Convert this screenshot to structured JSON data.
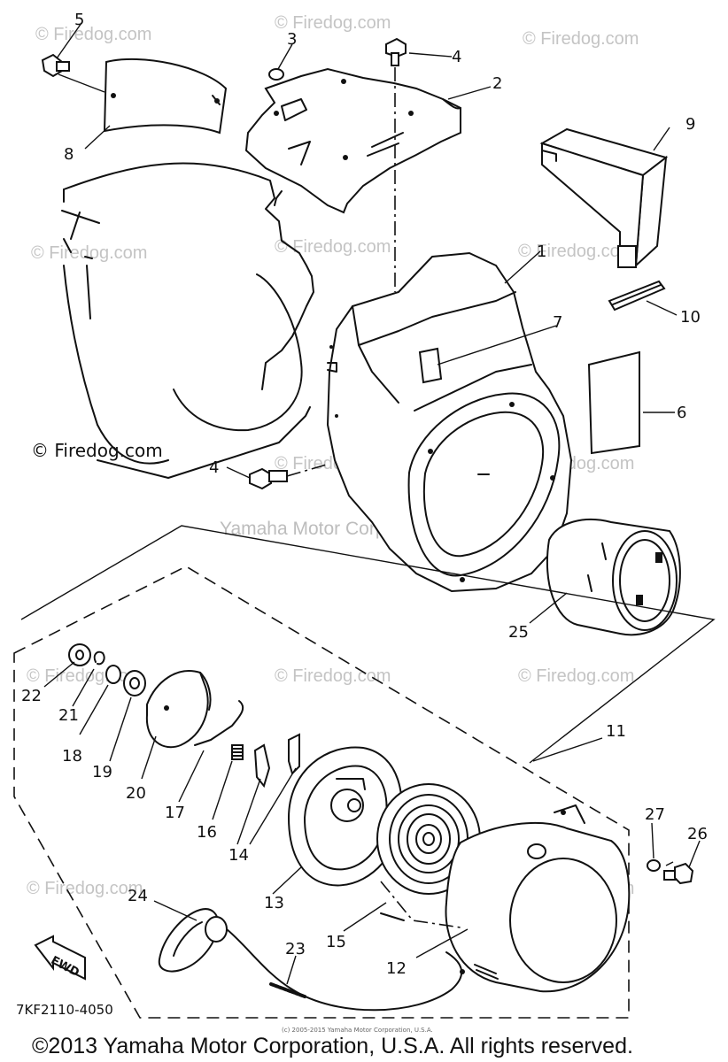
{
  "diagram": {
    "watermark": "© Firedog.com",
    "center_watermark": "Yamaha Motor Corp. U.S.A.",
    "drawing_code": "7KF2110-4050",
    "fwd_label": "FWD",
    "fine_print": "(c) 2005-2015 Yamaha Motor Corporation, U.S.A.",
    "copyright": "©2013 Yamaha Motor Corporation, U.S.A. All rights reserved."
  },
  "callouts": [
    {
      "id": "c5",
      "label": "5"
    },
    {
      "id": "c3",
      "label": "3"
    },
    {
      "id": "c4a",
      "label": "4"
    },
    {
      "id": "c2",
      "label": "2"
    },
    {
      "id": "c8",
      "label": "8"
    },
    {
      "id": "c9",
      "label": "9"
    },
    {
      "id": "c1",
      "label": "1"
    },
    {
      "id": "c7",
      "label": "7"
    },
    {
      "id": "c10",
      "label": "10"
    },
    {
      "id": "c6",
      "label": "6"
    },
    {
      "id": "c4b",
      "label": "4"
    },
    {
      "id": "c25",
      "label": "25"
    },
    {
      "id": "c22",
      "label": "22"
    },
    {
      "id": "c21",
      "label": "21"
    },
    {
      "id": "c18",
      "label": "18"
    },
    {
      "id": "c19",
      "label": "19"
    },
    {
      "id": "c20",
      "label": "20"
    },
    {
      "id": "c17",
      "label": "17"
    },
    {
      "id": "c16",
      "label": "16"
    },
    {
      "id": "c14",
      "label": "14"
    },
    {
      "id": "c11",
      "label": "11"
    },
    {
      "id": "c13",
      "label": "13"
    },
    {
      "id": "c15",
      "label": "15"
    },
    {
      "id": "c27",
      "label": "27"
    },
    {
      "id": "c26",
      "label": "26"
    },
    {
      "id": "c24",
      "label": "24"
    },
    {
      "id": "c23",
      "label": "23"
    },
    {
      "id": "c12",
      "label": "12"
    }
  ]
}
